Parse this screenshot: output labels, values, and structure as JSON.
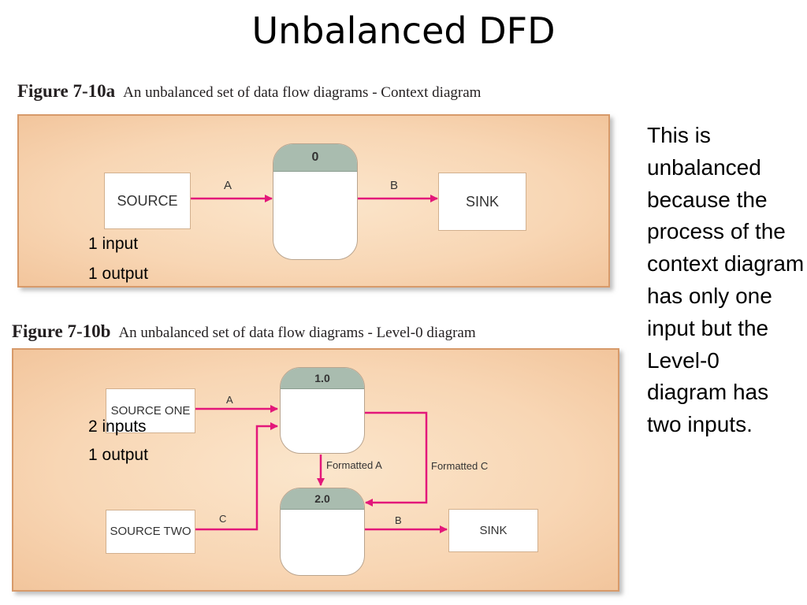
{
  "slide": {
    "title": "Unbalanced DFD"
  },
  "figure_a": {
    "number": "Figure 7-10a",
    "caption": "An unbalanced set of data flow diagrams - Context diagram",
    "source": "SOURCE",
    "sink": "SINK",
    "process_id": "0",
    "flow_in": "A",
    "flow_out": "B",
    "note_inputs": "1 input",
    "note_outputs": "1 output"
  },
  "figure_b": {
    "number": "Figure 7-10b",
    "caption": "An unbalanced set of data flow diagrams - Level-0 diagram",
    "source_one": "SOURCE ONE",
    "source_two": "SOURCE TWO",
    "sink": "SINK",
    "process_1_id": "1.0",
    "process_2_id": "2.0",
    "flow_a": "A",
    "flow_c": "C",
    "flow_b": "B",
    "flow_formatted_a": "Formatted A",
    "flow_formatted_c": "Formatted C",
    "note_inputs": "2 inputs",
    "note_outputs": "1 output"
  },
  "explanation": "This is unbalanced because the process of the context diagram has only one input but the Level-0 diagram has two inputs.",
  "colors": {
    "flow_arrow": "#e3177a",
    "panel_background": "#f8d6b4",
    "process_header": "#a9bcaf"
  }
}
